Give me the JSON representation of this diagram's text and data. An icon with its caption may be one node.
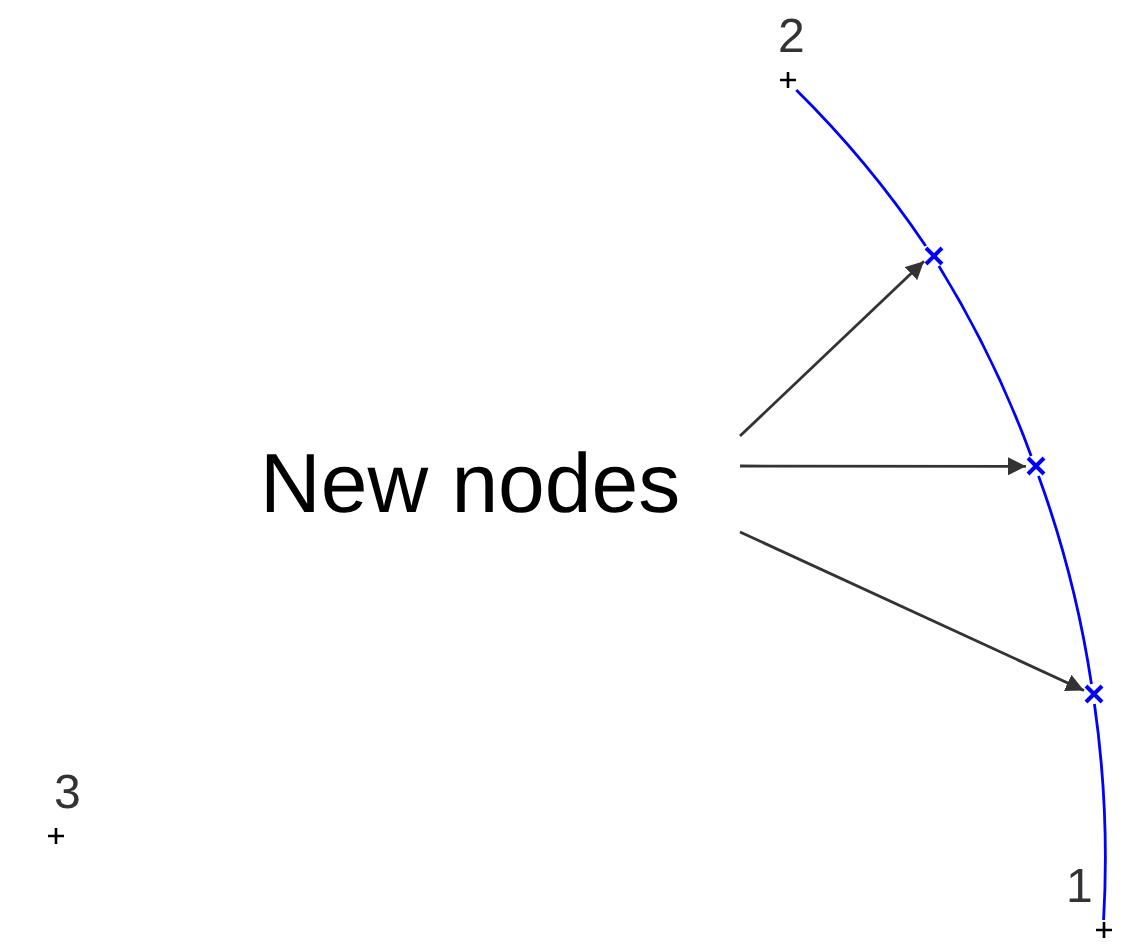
{
  "diagram": {
    "nodes": [
      {
        "text": [],
        "shape": "cross",
        "beside": [
          "2"
        ]
      },
      {
        "text": [],
        "shape": "cross"
      },
      {
        "text": [
          "New nodes"
        ]
      },
      {
        "text": [],
        "shape": "cross"
      },
      {
        "text": [],
        "shape": "cross"
      },
      {
        "text": [],
        "shape": "cross",
        "beside": [
          "3"
        ]
      },
      {
        "text": [],
        "shape": "cross",
        "beside": [
          "1"
        ]
      }
    ],
    "edges": [
      {
        "from": 0,
        "to": 1,
        "arrow": "none"
      },
      {
        "from": 1,
        "to": 3,
        "arrow": "none"
      },
      {
        "from": 3,
        "to": 4,
        "arrow": "none"
      },
      {
        "from": 4,
        "to": 6,
        "arrow": "none"
      },
      {
        "from": 2,
        "to": 1,
        "arrow": "to",
        "color": "#333333"
      },
      {
        "from": 2,
        "to": 3,
        "arrow": "to",
        "color": "#333333"
      },
      {
        "from": 2,
        "to": 4,
        "arrow": "to",
        "color": "#333333"
      }
    ]
  }
}
